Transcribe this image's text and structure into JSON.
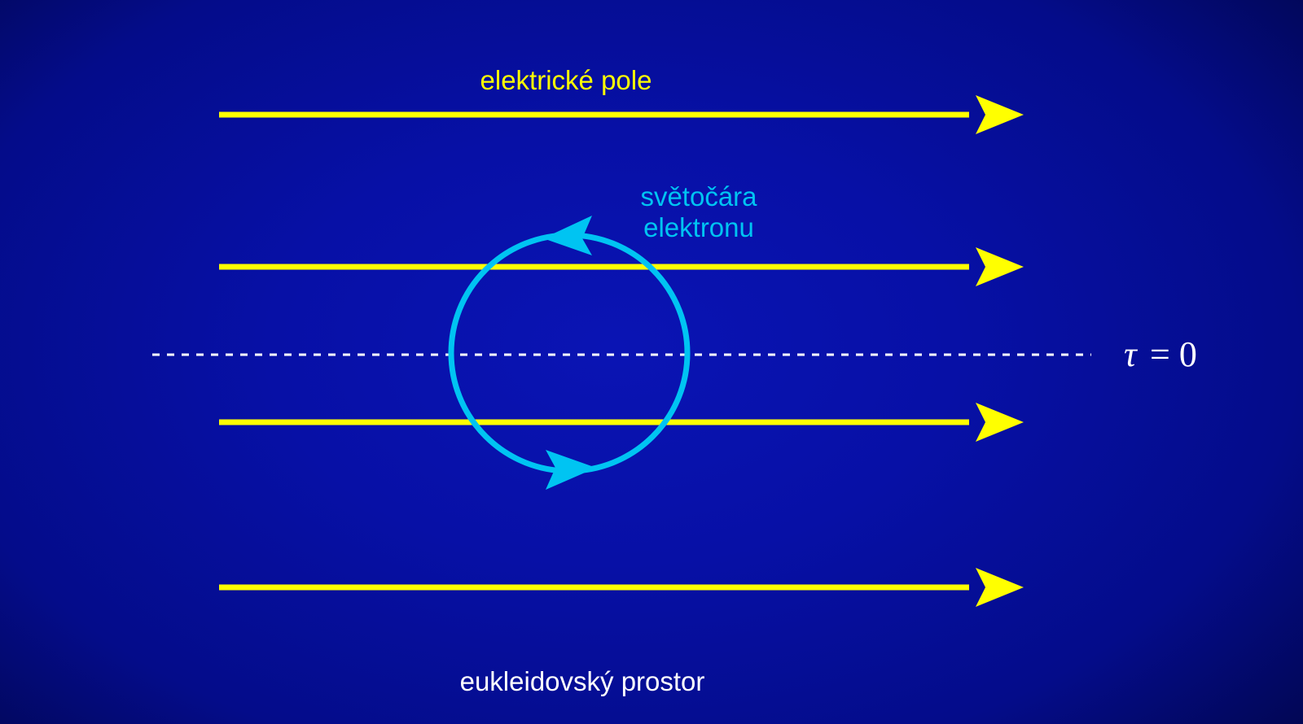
{
  "labels": {
    "field": "elektrické pole",
    "worldline_line1": "světočára",
    "worldline_line2": "elektronu",
    "tau_symbol": "τ",
    "tau_equals": "= 0",
    "space": "eukleidovský prostor"
  },
  "field_line_count": 4,
  "colors": {
    "field": "#ffff00",
    "worldline": "#00c4f2",
    "dashed_line": "#ffffff",
    "space_text": "#ffffff",
    "background": "#0710a6"
  }
}
